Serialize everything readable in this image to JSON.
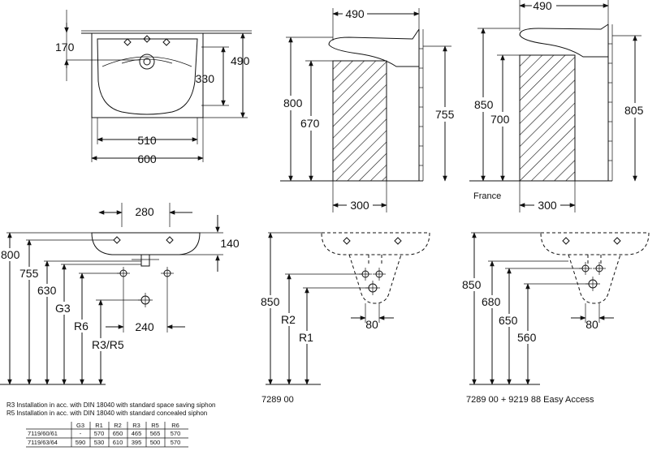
{
  "top_left": {
    "d170": "170",
    "d490": "490",
    "d330": "330",
    "d510": "510",
    "d600": "600"
  },
  "top_mid": {
    "d490": "490",
    "d800": "800",
    "d670": "670",
    "d755": "755",
    "d300": "300"
  },
  "top_right": {
    "d490": "490",
    "d850": "850",
    "d700": "700",
    "d805": "805",
    "d300": "300",
    "country": "France"
  },
  "bottom_left": {
    "d280": "280",
    "d140": "140",
    "d800": "800",
    "d755": "755",
    "d630": "630",
    "g3": "G3",
    "r6": "R6",
    "r3r5": "R3/R5",
    "d240": "240"
  },
  "bottom_mid": {
    "d850": "850",
    "r2": "R2",
    "r1": "R1",
    "d80": "80",
    "caption": "7289 00"
  },
  "bottom_right": {
    "d850": "850",
    "d680": "680",
    "d650": "650",
    "d560": "560",
    "d80": "80",
    "caption": "7289 00 + 9219 88 Easy Access"
  },
  "notes": {
    "r3": "R3  Installation in acc. with DIN 18040 with standard space saving siphon",
    "r5": "R5  Installation in acc. with DIN 18040 with standard concealed siphon"
  },
  "table": {
    "headers": [
      "",
      "G3",
      "R1",
      "R2",
      "R3",
      "R5",
      "R6"
    ],
    "rows": [
      [
        "7119/60/61",
        "-",
        "570",
        "650",
        "465",
        "565",
        "570"
      ],
      [
        "7119/63/64",
        "590",
        "530",
        "610",
        "395",
        "500",
        "570"
      ]
    ]
  }
}
